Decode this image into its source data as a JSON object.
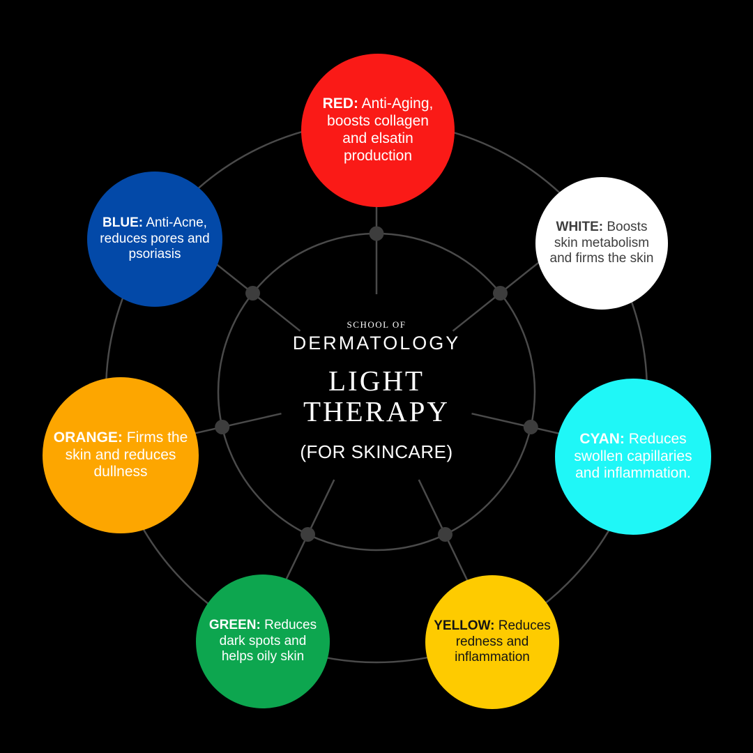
{
  "background": "#000000",
  "ring_color": "#4A4A4A",
  "dot_color": "#3D3D3D",
  "center": {
    "kicker": "SCHOOL OF",
    "brand": "DERMATOLOGY",
    "title": "LIGHT THERAPY",
    "subtitle": "(FOR SKINCARE)",
    "text_color": "#FFFFFF"
  },
  "circles": [
    {
      "id": "red",
      "label": "RED:",
      "description": "Anti-Aging, boosts collagen and elsatin production",
      "color": "#FA1A17",
      "text_color": "#FFFFFF"
    },
    {
      "id": "white",
      "label": "WHITE:",
      "description": "Boosts skin metabolism and firms the skin",
      "color": "#FFFFFF",
      "text_color": "#3D3D3D"
    },
    {
      "id": "cyan",
      "label": "CYAN:",
      "description": "Reduces swollen capillaries and inflammation.",
      "color": "#1FF7F7",
      "text_color": "#FFFFFF"
    },
    {
      "id": "yellow",
      "label": "YELLOW:",
      "description": "Reduces redness and inflammation",
      "color": "#FECB00",
      "text_color": "#141414"
    },
    {
      "id": "green",
      "label": "GREEN:",
      "description": "Reduces dark spots and helps oily skin",
      "color": "#0DA64F",
      "text_color": "#FFFFFF"
    },
    {
      "id": "orange",
      "label": "ORANGE:",
      "description": "Firms the skin and reduces dullness",
      "color": "#FDA600",
      "text_color": "#FFFFFF"
    },
    {
      "id": "blue",
      "label": "BLUE:",
      "description": "Anti-Acne, reduces pores and psoriasis",
      "color": "#0349A8",
      "text_color": "#FFFFFF"
    }
  ]
}
